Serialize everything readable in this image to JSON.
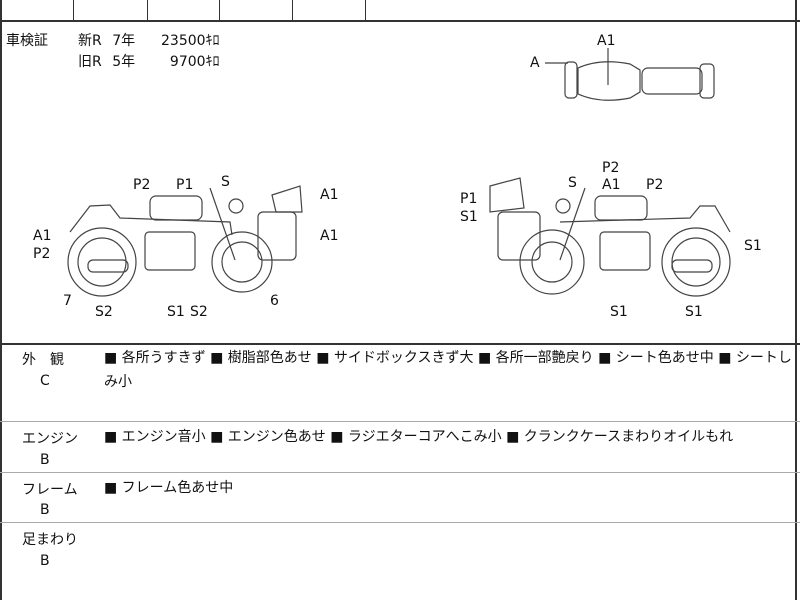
{
  "header_cells": [
    "",
    "",
    "",
    "",
    "",
    ""
  ],
  "registration": {
    "label": "車検証",
    "new": {
      "prefix": "新R",
      "year": "7年",
      "km": "23500ｷﾛ"
    },
    "old": {
      "prefix": "旧R",
      "year": "5年",
      "km": "9700ｷﾛ"
    }
  },
  "diagram_labels": {
    "top": [
      "A1",
      "A"
    ],
    "left": [
      "P2",
      "P1",
      "S",
      "A1",
      "A1",
      "A1",
      "P2",
      "7",
      "S2",
      "S1",
      "S2",
      "6"
    ],
    "right": [
      "P2",
      "S",
      "A1",
      "P1",
      "S1",
      "P2",
      "S1",
      "S1",
      "S1"
    ]
  },
  "sections": [
    {
      "title": "外　観",
      "grade": "C",
      "notes": "■ 各所うすきず ■ 樹脂部色あせ ■ サイドボックスきず大 ■ 各所一部艶戻り ■ シート色あせ中 ■ シートしみ小"
    },
    {
      "title": "エンジン",
      "grade": "B",
      "notes": "■ エンジン音小 ■ エンジン色あせ ■ ラジエターコアへこみ小 ■ クランクケースまわりオイルもれ"
    },
    {
      "title": "フレーム",
      "grade": "B",
      "notes": "■ フレーム色あせ中"
    },
    {
      "title": "足まわり",
      "grade": "B",
      "notes": ""
    }
  ]
}
